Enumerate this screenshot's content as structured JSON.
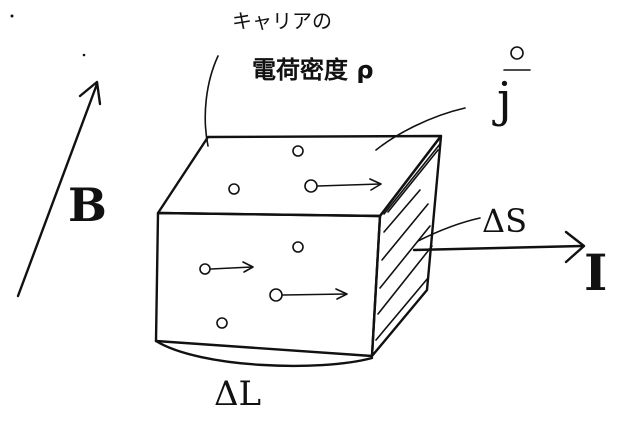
{
  "labels": {
    "carrier_line1": "キャリアの",
    "carrier_line2": "電荷密度 ρ",
    "current_density": "j",
    "magnetic_field": "B",
    "area": "ΔS",
    "current": "I",
    "length": "ΔL"
  }
}
